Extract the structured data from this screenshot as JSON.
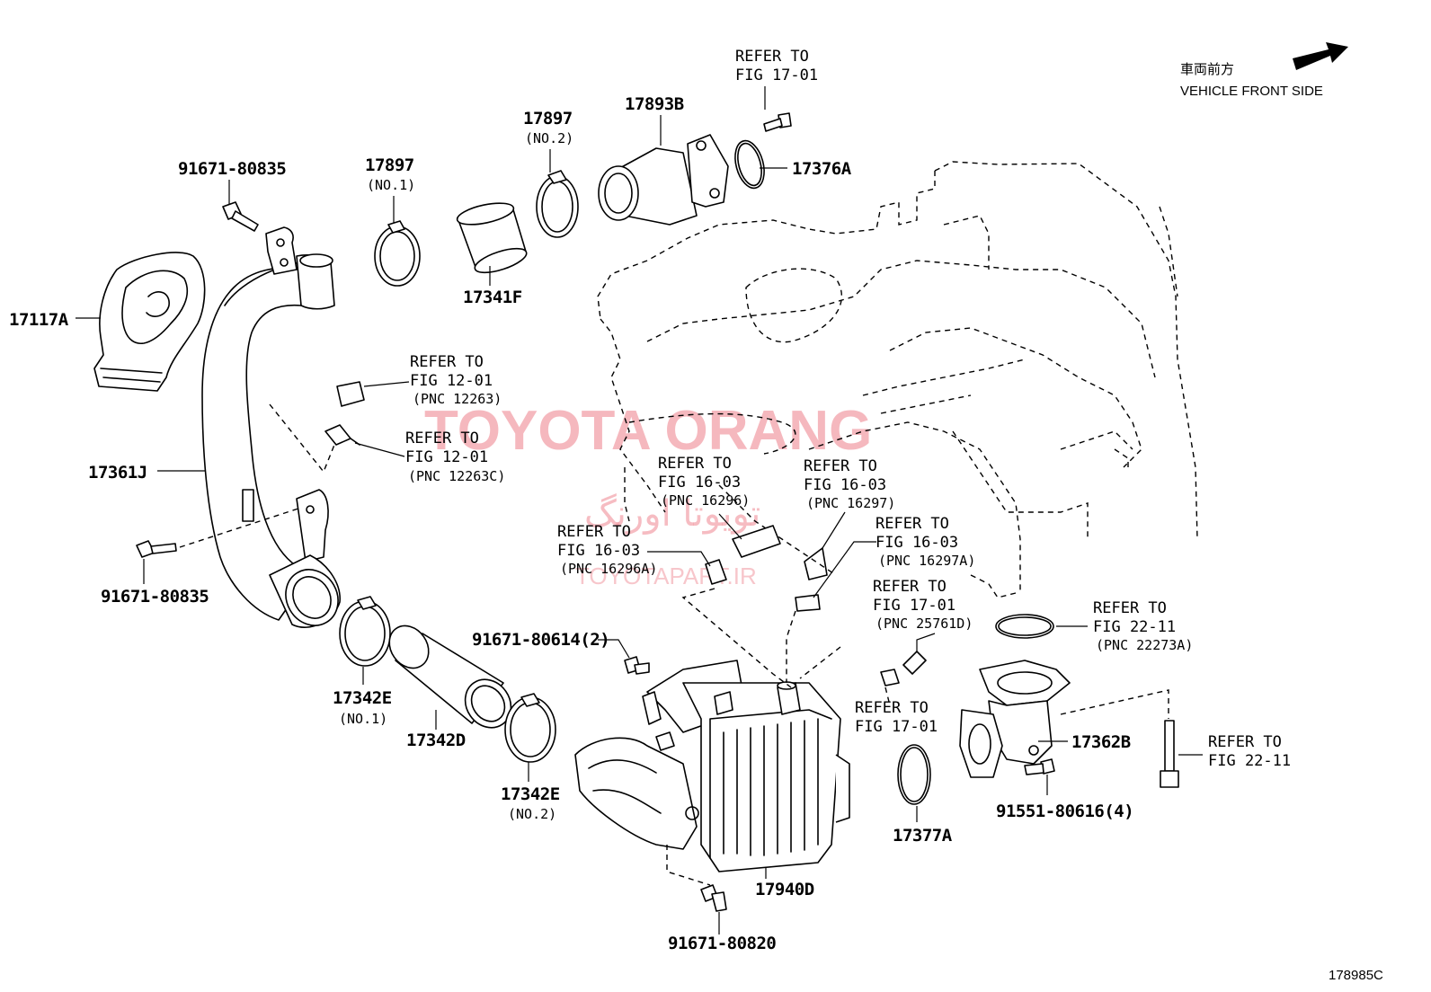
{
  "header": {
    "front_jp": "車両前方",
    "front_en": "VEHICLE FRONT SIDE"
  },
  "figure_code": "178985C",
  "watermark": {
    "latin": "TOYOTA ORANG",
    "persian": "تویوتا اورنگ",
    "site": "TOYOTAPART.IR"
  },
  "parts": {
    "p17117A": "17117A",
    "p17361J": "17361J",
    "p91671_80835_top": "91671-80835",
    "p91671_80835_bot": "91671-80835",
    "p17897_no1": "17897",
    "p17897_no1_sub": "(NO.1)",
    "p17897_no2": "17897",
    "p17897_no2_sub": "(NO.2)",
    "p17893B": "17893B",
    "p17376A": "17376A",
    "p17341F": "17341F",
    "p17342E_no1": "17342E",
    "p17342E_no1_sub": "(NO.1)",
    "p17342D": "17342D",
    "p17342E_no2": "17342E",
    "p17342E_no2_sub": "(NO.2)",
    "p91671_80614": "91671-80614(2)",
    "p17940D": "17940D",
    "p91671_80820": "91671-80820",
    "p17377A": "17377A",
    "p17362B": "17362B",
    "p91551_80616": "91551-80616(4)"
  },
  "refs": {
    "r1701_top": {
      "line1": "REFER TO",
      "line2": "FIG 17-01"
    },
    "r1201_a": {
      "line1": "REFER TO",
      "line2": "FIG 12-01",
      "pnc": "(PNC 12263)"
    },
    "r1201_b": {
      "line1": "REFER TO",
      "line2": "FIG 12-01",
      "pnc": "(PNC 12263C)"
    },
    "r1603_a": {
      "line1": "REFER TO",
      "line2": "FIG 16-03",
      "pnc": "(PNC 16296)"
    },
    "r1603_b": {
      "line1": "REFER TO",
      "line2": "FIG 16-03",
      "pnc": "(PNC 16297)"
    },
    "r1603_c": {
      "line1": "REFER TO",
      "line2": "FIG 16-03",
      "pnc": "(PNC 16296A)"
    },
    "r1603_d": {
      "line1": "REFER TO",
      "line2": "FIG 16-03",
      "pnc": "(PNC 16297A)"
    },
    "r1701_b": {
      "line1": "REFER TO",
      "line2": "FIG 17-01",
      "pnc": "(PNC 25761D)"
    },
    "r2211_a": {
      "line1": "REFER TO",
      "line2": "FIG 22-11",
      "pnc": "(PNC 22273A)"
    },
    "r1701_c": {
      "line1": "REFER TO",
      "line2": "FIG 17-01"
    },
    "r2211_b": {
      "line1": "REFER TO",
      "line2": "FIG 22-11"
    }
  }
}
